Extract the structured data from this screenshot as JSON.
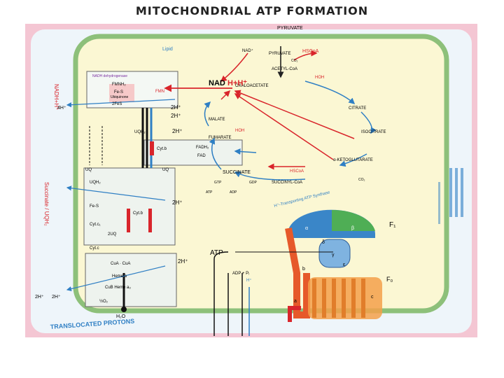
{
  "title": "MITOCHONDRIAL ATP FORMATION",
  "colors": {
    "membrane_outer": "#f4c6d3",
    "intermembrane": "#eef5fa",
    "matrix_border": "#8dc07a",
    "matrix_fill": "#fbf7d3",
    "complex_fill": "#f4f8f4",
    "arrow_red": "#d9252b",
    "arrow_blue": "#2f7fc4",
    "atp_head_green": "#4fae55",
    "atp_head_blue": "#3a86c8",
    "atp_stalk": "#e6592a",
    "f0_orange": "#f3a04a"
  },
  "labels": {
    "pyruvate_top": "PYRUVATE",
    "pyruvate_inner": "PYRUVATE",
    "nad_plus": "NAD⁺",
    "hscoa_top": "HSCoA",
    "co2_top": "CO₂",
    "acetyl_coa": "ACETYL-CoA",
    "oxaloacetate": "OXALOACETATE",
    "hoh": "HOH",
    "citrate": "CITRATE",
    "nadh_main": "NAD",
    "nadh_h": "H+H⁺",
    "complex1_header": "NADH dehydrogenase",
    "fmnh2": "FMNH₂",
    "fes_ubiq": "Fe-S",
    "ubiquinone": "Ubiquinone",
    "two_fes": "2FeS",
    "fmn": "FMN",
    "malate": "MALATE",
    "hoh2": "HOH",
    "fumarate": "FUMARATE",
    "isocitrate": "ISOCITRATE",
    "fadh2": "FADH₂",
    "fad": "FAD",
    "cyt_b": "Cyt.b",
    "alpha_kg": "α-KETOGLUTARATE",
    "succinate": "SUCCINATE",
    "hscoa_mid": "HSCoA",
    "succinyl_coa": "SUCCINYL-CoA",
    "gtp": "GTP",
    "gdp": "GDP",
    "atp_small": "ATP",
    "adp_small": "ADP",
    "co2_right": "CO₂",
    "ubq": "UQ",
    "ubq2": "UQ",
    "two_h1": "2H⁺",
    "two_h2": "2H⁺",
    "two_h3": "2H⁺",
    "two_h4": "2H⁺",
    "two_h5": "2H⁺",
    "two_h6": "2H⁺",
    "two_h7": "2H⁺",
    "four_h": "4H⁺",
    "uqh2": "UQH₂",
    "uqh2_b": "UQH₂",
    "cyt_c1": "Cyt.c₁",
    "cyt_c": "Cyt.c",
    "fes2": "Fe-S",
    "cyt_b2": "Cyt.b",
    "two_uq": "2UQ",
    "cua": "CuA · CuA",
    "heme_a": "Heme a",
    "cub_hemea3": "CuB  Heme a₃",
    "o2": "½O₂",
    "h2o": "H₂O",
    "atp_synthase": "H⁺-Transporting ATP Synthase",
    "f1": "F₁",
    "f0": "F₀",
    "atp_big": "ATP",
    "adp_pi": "ADP + Pᵢ",
    "h_plus": "H⁺",
    "translocated": "TRANSLOCATED PROTONS",
    "succinate_side": "Succinate / UQH₂",
    "nadh_side": "NADH+H⁺",
    "lipid": "Lipid",
    "alpha": "α",
    "beta": "β",
    "gamma": "γ",
    "delta": "δ",
    "epsilon": "ε",
    "a_sub": "a",
    "b_sub": "b",
    "c_sub": "c"
  }
}
